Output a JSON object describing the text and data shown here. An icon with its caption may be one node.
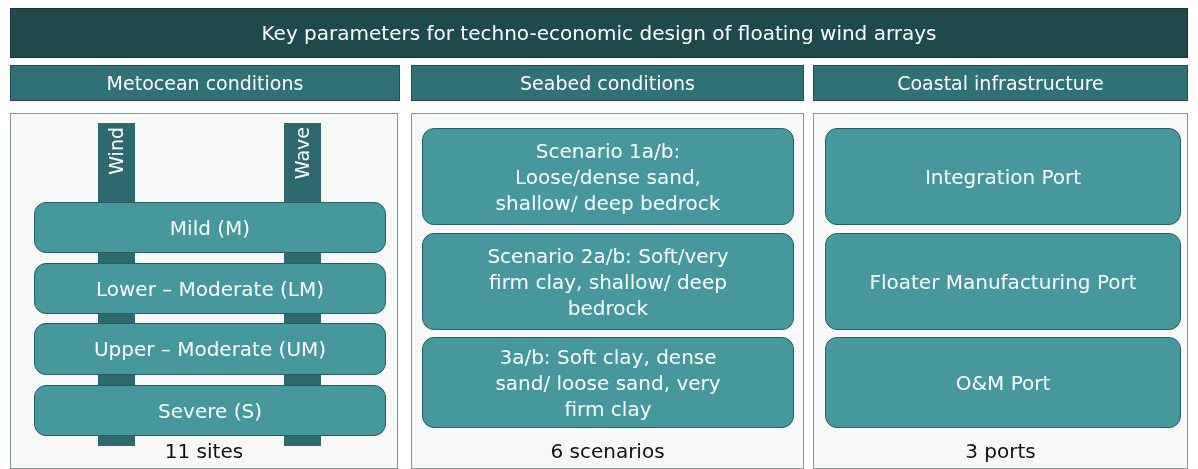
{
  "diagram": {
    "nodes": [
      {
        "text": [
          "Key parameters for techno-economic design of floating wind arrays"
        ]
      },
      {
        "text": [
          "Metocean conditions"
        ]
      },
      {
        "text": [
          "Seabed conditions"
        ]
      },
      {
        "text": [
          "Coastal infrastructure"
        ]
      },
      {
        "text": [
          "11 sites"
        ]
      },
      {
        "text": [
          "Wind"
        ],
        "in": 4
      },
      {
        "text": [
          "Wave"
        ],
        "in": 4
      },
      {
        "text": [
          "Mild (M)"
        ],
        "in": 4
      },
      {
        "text": [
          "Lower – Moderate (LM)"
        ],
        "in": 4
      },
      {
        "text": [
          "Upper – Moderate (UM)"
        ],
        "in": 4
      },
      {
        "text": [
          "Severe (S)"
        ],
        "in": 4
      },
      {
        "text": [
          "6 scenarios"
        ]
      },
      {
        "text": [
          "Scenario 1a/b: Loose/dense sand, shallow/ deep bedrock"
        ],
        "in": 11
      },
      {
        "text": [
          "Scenario 2a/b: Soft/very firm clay, shallow/ deep bedrock"
        ],
        "in": 11
      },
      {
        "text": [
          "3a/b: Soft clay, dense sand/ loose sand, very firm clay"
        ],
        "in": 11
      },
      {
        "text": [
          "3 ports"
        ]
      },
      {
        "text": [
          "Integration Port"
        ],
        "in": 15
      },
      {
        "text": [
          "Floater Manufacturing Port"
        ],
        "in": 15
      },
      {
        "text": [
          "O&M Port"
        ],
        "in": 15
      }
    ],
    "edges": []
  }
}
